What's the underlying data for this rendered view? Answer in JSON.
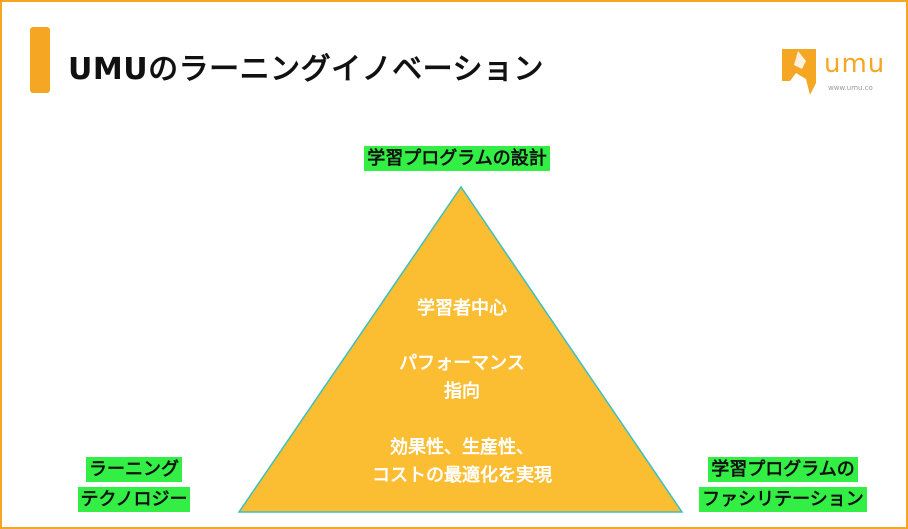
{
  "title": "UMUのラーニングイノベーション",
  "logo": {
    "text": "umu",
    "url": "www.umu.co"
  },
  "labels": {
    "top": "学習プログラムの設計",
    "left_line1": "ラーニング",
    "left_line2": "テクノロジー",
    "right_line1": "学習プログラムの",
    "right_line2": "ファシリテーション"
  },
  "triangle": {
    "item1": "学習者中心",
    "item2_line1": "パフォーマンス",
    "item2_line2": "指向",
    "item3_line1": "効果性、生産性、",
    "item3_line2": "コストの最適化を実現"
  },
  "colors": {
    "accent": "#f5a623",
    "triangle_fill": "#fbbd31",
    "triangle_stroke": "#3cc0c0",
    "label_highlight": "#33ee44",
    "border": "#f5a623"
  }
}
